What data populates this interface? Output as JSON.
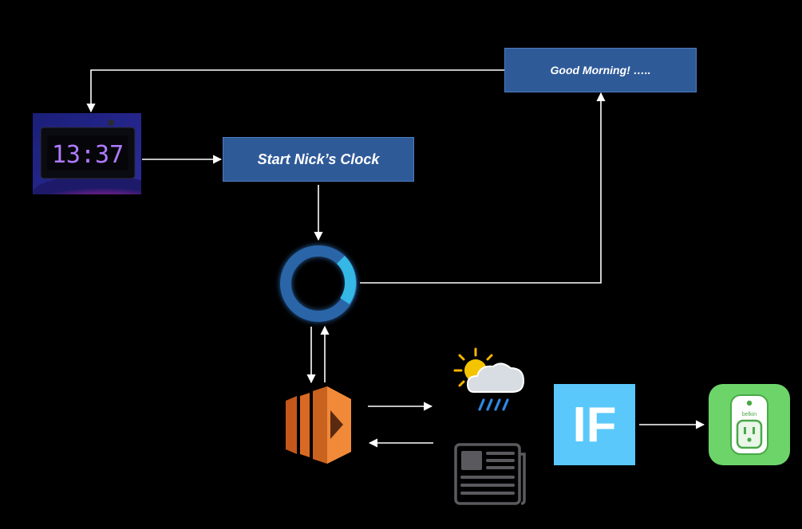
{
  "nodes": {
    "good_morning": "Good Morning! …..",
    "start_clock": "Start Nick’s Clock",
    "clock_display": "13:37",
    "ifttt_logo_text": "IF",
    "wemo_brand": "belkin"
  },
  "icons": {
    "alarm_clock": "digital-alarm-clock-icon",
    "echo_ring": "amazon-echo-ring-icon",
    "lambda": "aws-lambda-icon",
    "weather": "weather-partly-cloudy-rain-icon",
    "news": "newspaper-icon",
    "ifttt": "ifttt-icon",
    "wemo": "wemo-smart-plug-icon"
  },
  "colors": {
    "box_fill": "#2f5a98",
    "echo_blue": "#2a65a8",
    "echo_cyan": "#35b8e6",
    "lambda_orange": "#e5782a",
    "ifttt_blue": "#5ac8fa",
    "wemo_green": "#6dd46a",
    "clock_digit": "#b07aff"
  }
}
